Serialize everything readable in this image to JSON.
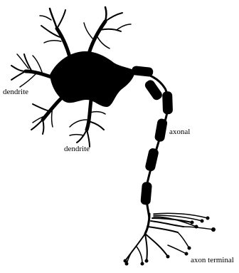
{
  "labels": {
    "dendrite_left": "dendrite",
    "dendrite_bottom": "dendrite",
    "axonal": "axonal",
    "axon_terminal": "axon terminal"
  },
  "colors": {
    "ink": "#000000",
    "background": "#ffffff"
  }
}
